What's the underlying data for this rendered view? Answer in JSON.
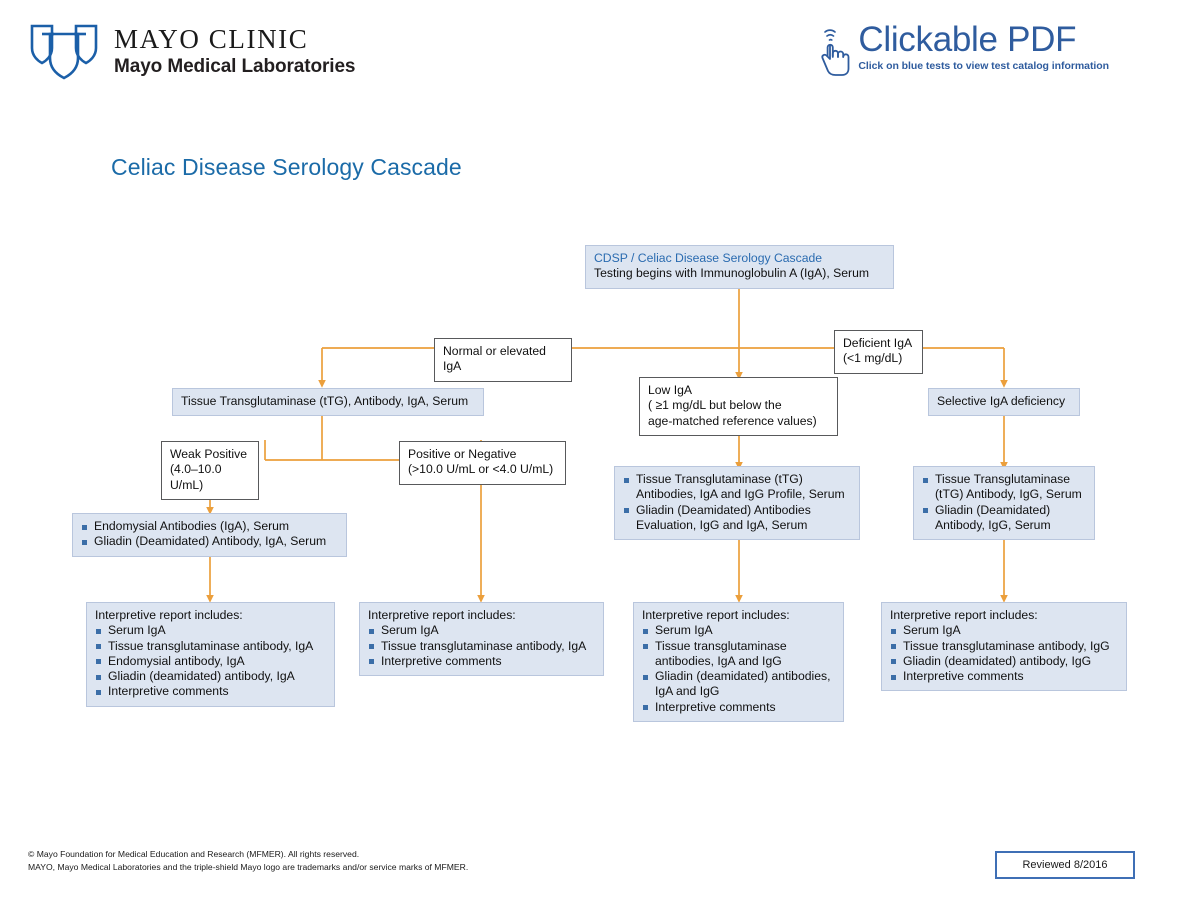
{
  "header": {
    "logo": {
      "title": "MAYO CLINIC",
      "subtitle": "Mayo Medical Laboratories",
      "mark_icon": "mayo-triple-shield-icon"
    },
    "clickable": {
      "title": "Clickable PDF",
      "subtitle": "Click on blue tests to view test catalog information",
      "icon": "pointing-hand-click-icon"
    }
  },
  "page_title": "Celiac Disease Serology Cascade",
  "colors": {
    "connector": "#eb9f3c",
    "test_box_fill": "#dde5f1",
    "test_box_border": "#b9c6dd",
    "plain_box_border": "#58595b",
    "title_blue": "#1b6ba8",
    "link_blue": "#2a6bb0",
    "bullet_blue": "#3b6ea8",
    "badge_border": "#3f6fb5"
  },
  "flow": {
    "start": {
      "link_label": "CDSP / Celiac Disease Serology Cascade",
      "text": "Testing begins with Immunoglobulin A (IgA), Serum"
    },
    "branch_normal": "Normal or elevated IgA",
    "branch_deficient_line1": "Deficient IgA",
    "branch_deficient_line2": "(<1 mg/dL)",
    "ttg_iga_serum": "Tissue Transglutaminase (tTG), Antibody, IgA, Serum",
    "low_iga_line1": "Low IgA",
    "low_iga_line2": "( ≥1 mg/dL but below the",
    "low_iga_line3": "age-matched reference values)",
    "selective_deficiency": "Selective IgA deficiency",
    "weak_positive_line1": "Weak Positive",
    "weak_positive_line2": "(4.0–10.0 U/mL)",
    "pos_or_neg_line1": "Positive or Negative",
    "pos_or_neg_line2": "(>10.0 U/mL or <4.0 U/mL)",
    "endomysial_tests": [
      "Endomysial Antibodies (IgA), Serum",
      "Gliadin (Deamidated) Antibody, IgA, Serum"
    ],
    "low_iga_tests": [
      "Tissue Transglutaminase (tTG) Antibodies, IgA and IgG Profile, Serum",
      "Gliadin (Deamidated) Antibodies Evaluation, IgG and IgA, Serum"
    ],
    "selective_tests": [
      "Tissue Transglutaminase (tTG) Antibody, IgG, Serum",
      "Gliadin (Deamidated) Antibody, IgG, Serum"
    ],
    "report_heading": "Interpretive report includes:",
    "report1_items": [
      "Serum IgA",
      "Tissue transglutaminase antibody, IgA",
      "Endomysial antibody, IgA",
      "Gliadin (deamidated) antibody, IgA",
      "Interpretive comments"
    ],
    "report2_items": [
      "Serum IgA",
      "Tissue transglutaminase antibody, IgA",
      "Interpretive comments"
    ],
    "report3_items": [
      "Serum IgA",
      "Tissue transglutaminase antibodies, IgA and IgG",
      "Gliadin (deamidated) antibodies, IgA and IgG",
      "Interpretive comments"
    ],
    "report4_items": [
      "Serum IgA",
      "Tissue transglutaminase antibody, IgG",
      "Gliadin (deamidated) antibody, IgG",
      "Interpretive comments"
    ]
  },
  "footer": {
    "line1": "© Mayo Foundation for Medical Education and Research (MFMER). All rights reserved.",
    "line2": "MAYO, Mayo Medical Laboratories and the triple-shield Mayo logo are trademarks and/or service marks of MFMER.",
    "reviewed": "Reviewed 8/2016"
  }
}
